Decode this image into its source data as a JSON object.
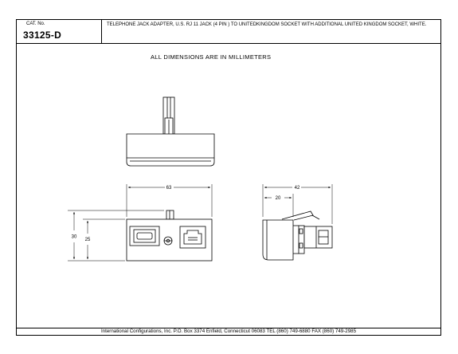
{
  "header": {
    "cat_label": "CAT. No.",
    "cat_number": "33125-D",
    "description": "TELEPHONE JACK ADAPTER, U.S. RJ 11 JACK (4 PIN ) TO UNITEDKINGDOM SOCKET WITH ADDITIONAL UNITED KINGDOM SOCKET, WHITE."
  },
  "note": "ALL DIMENSIONS ARE IN MILLIMETERS",
  "dimensions": {
    "width": "63",
    "depth": "42",
    "plug_depth": "20",
    "height_total": "30",
    "height_body": "25"
  },
  "footer": "International Configurations, Inc.  P.O. Box 3374  Enfield, Connecticut 06083  TEL (860) 749-6880  FAX (860) 749-2985"
}
